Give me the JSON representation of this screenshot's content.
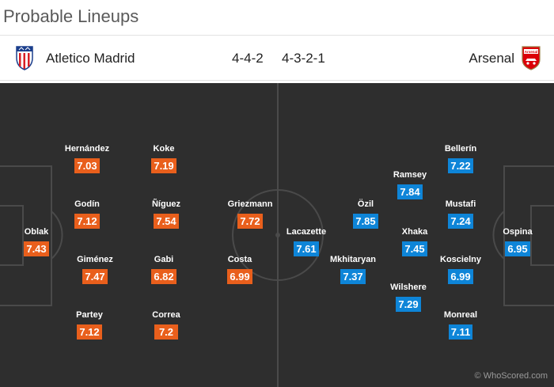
{
  "page": {
    "title": "Probable Lineups"
  },
  "header": {
    "home_team": "Atletico Madrid",
    "away_team": "Arsenal",
    "home_formation": "4-4-2",
    "away_formation": "4-3-2-1",
    "home_crest_icon": "atletico-madrid-crest-icon",
    "away_crest_icon": "arsenal-crest-icon",
    "away_crest_text": "Arsenal"
  },
  "colors": {
    "home_rating": "#e95f1c",
    "away_rating": "#0e85d8",
    "pitch": "#2e2e2e"
  },
  "home_players": [
    {
      "name": "Oblak",
      "rating": "7.43"
    },
    {
      "name": "Hernández",
      "rating": "7.03"
    },
    {
      "name": "Godín",
      "rating": "7.12"
    },
    {
      "name": "Giménez",
      "rating": "7.47"
    },
    {
      "name": "Partey",
      "rating": "7.12"
    },
    {
      "name": "Koke",
      "rating": "7.19"
    },
    {
      "name": "Ñíguez",
      "rating": "7.54"
    },
    {
      "name": "Gabi",
      "rating": "6.82"
    },
    {
      "name": "Correa",
      "rating": "7.2"
    },
    {
      "name": "Griezmann",
      "rating": "7.72"
    },
    {
      "name": "Costa",
      "rating": "6.99"
    }
  ],
  "away_players": [
    {
      "name": "Ospina",
      "rating": "6.95"
    },
    {
      "name": "Bellerín",
      "rating": "7.22"
    },
    {
      "name": "Mustafi",
      "rating": "7.24"
    },
    {
      "name": "Koscielny",
      "rating": "6.99"
    },
    {
      "name": "Monreal",
      "rating": "7.11"
    },
    {
      "name": "Ramsey",
      "rating": "7.84"
    },
    {
      "name": "Xhaka",
      "rating": "7.45"
    },
    {
      "name": "Wilshere",
      "rating": "7.29"
    },
    {
      "name": "Özil",
      "rating": "7.85"
    },
    {
      "name": "Mkhitaryan",
      "rating": "7.37"
    },
    {
      "name": "Lacazette",
      "rating": "7.61"
    }
  ],
  "footer": {
    "watermark": "© WhoScored.com"
  }
}
